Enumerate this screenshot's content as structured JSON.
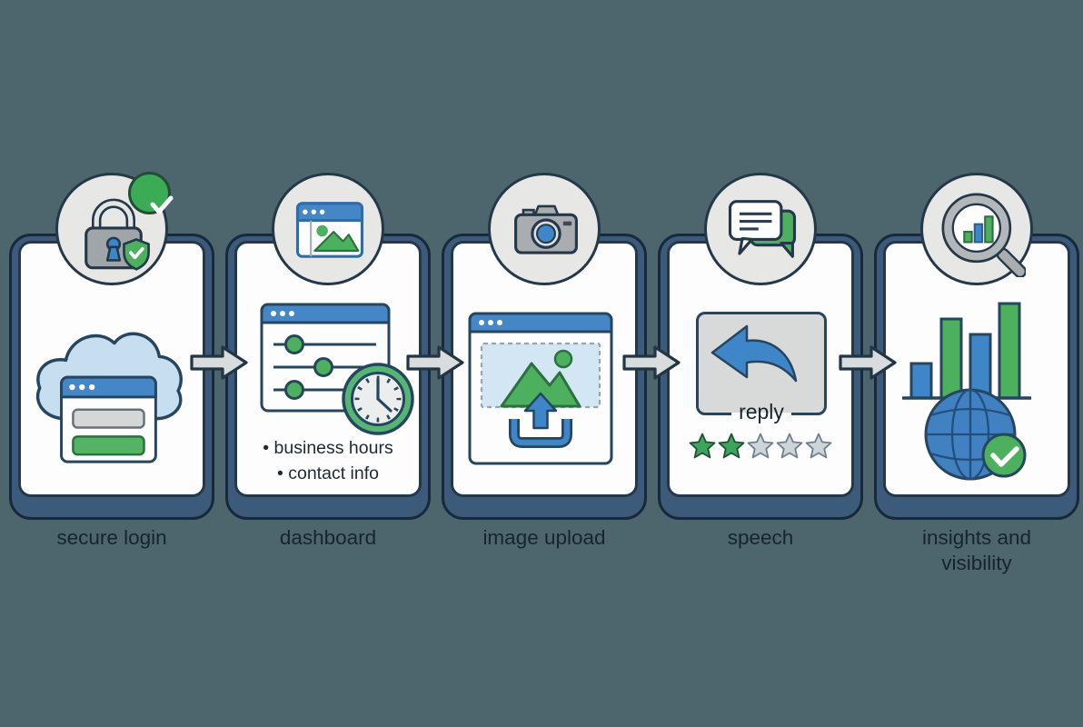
{
  "diagram_title": "",
  "steps": [
    {
      "label": "secure login",
      "badge_icon": "padlock-shield-check-icon",
      "main_icon": "cloud-login-window-icon"
    },
    {
      "label": "dashboard",
      "badge_icon": "browser-image-icon",
      "main_icon": "settings-window-clock-icon",
      "bullets": [
        "• business hours",
        "• contact info"
      ]
    },
    {
      "label": "image upload",
      "badge_icon": "camera-icon",
      "main_icon": "image-upload-window-icon"
    },
    {
      "label": "speech",
      "badge_icon": "chat-bubbles-icon",
      "main_icon": "reply-arrow-icon",
      "reply_label": "reply",
      "rating": {
        "filled_stars": 2,
        "total_stars": 5
      }
    },
    {
      "label": "insights and visibility",
      "badge_icon": "magnifier-bar-chart-icon",
      "main_icon": "bar-chart-globe-check-icon"
    }
  ],
  "colors": {
    "background": "#4d666e",
    "card_frame": "#3c5a7a",
    "card_outline": "#17293a",
    "card_surface": "#fdfdfd",
    "badge_surface": "#e7e7e5",
    "ink_outline": "#26455e",
    "accent_blue": "#4586c6",
    "accent_blue_deep": "#3f86c9",
    "accent_green": "#4cb05f",
    "light_blue": "#c7def1",
    "gray_element": "#a9adb0",
    "connector_fill": "#d8dcdd",
    "label_text": "#17242e",
    "star_filled": "#3ea35c",
    "star_filled_stroke": "#1f5134",
    "star_empty": "#cdd5d9",
    "star_empty_stroke": "#6e8090"
  }
}
